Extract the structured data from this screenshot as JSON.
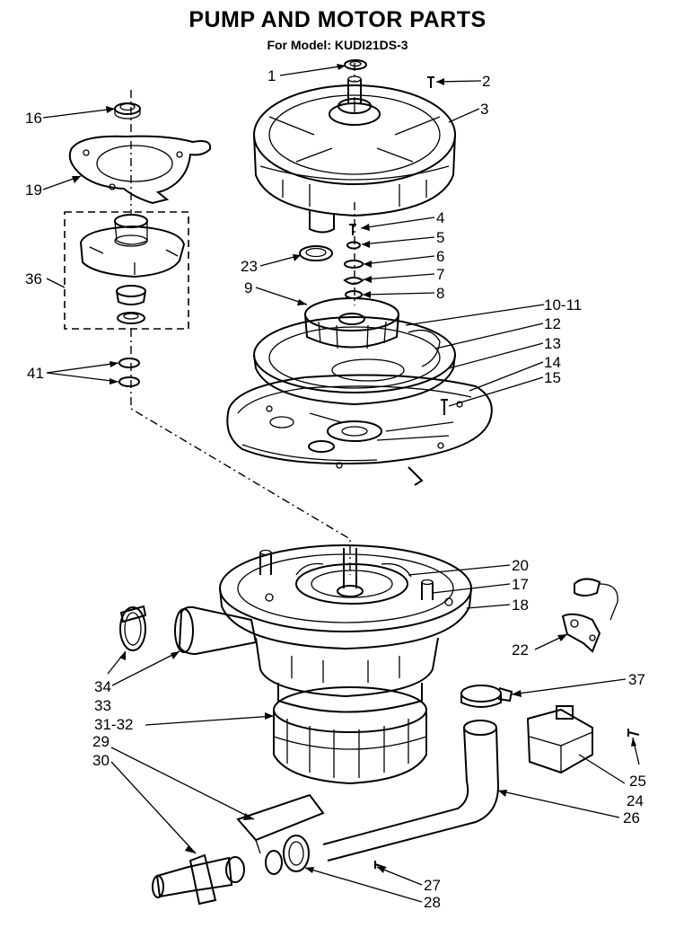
{
  "title": "PUMP AND MOTOR PARTS",
  "subtitle": "For Model: KUDI21DS-3",
  "labels": {
    "p1": "1",
    "p2": "2",
    "p3": "3",
    "p4": "4",
    "p5": "5",
    "p6": "6",
    "p7": "7",
    "p8": "8",
    "p9": "9",
    "p10_11": "10-11",
    "p12": "12",
    "p13": "13",
    "p14": "14",
    "p15": "15",
    "p16": "16",
    "p17": "17",
    "p18": "18",
    "p19": "19",
    "p20": "20",
    "p22": "22",
    "p23": "23",
    "p24": "24",
    "p25": "25",
    "p26": "26",
    "p27": "27",
    "p28": "28",
    "p29": "29",
    "p30": "30",
    "p31_32": "31-32",
    "p33": "33",
    "p34": "34",
    "p36": "36",
    "p37": "37",
    "p41": "41"
  }
}
